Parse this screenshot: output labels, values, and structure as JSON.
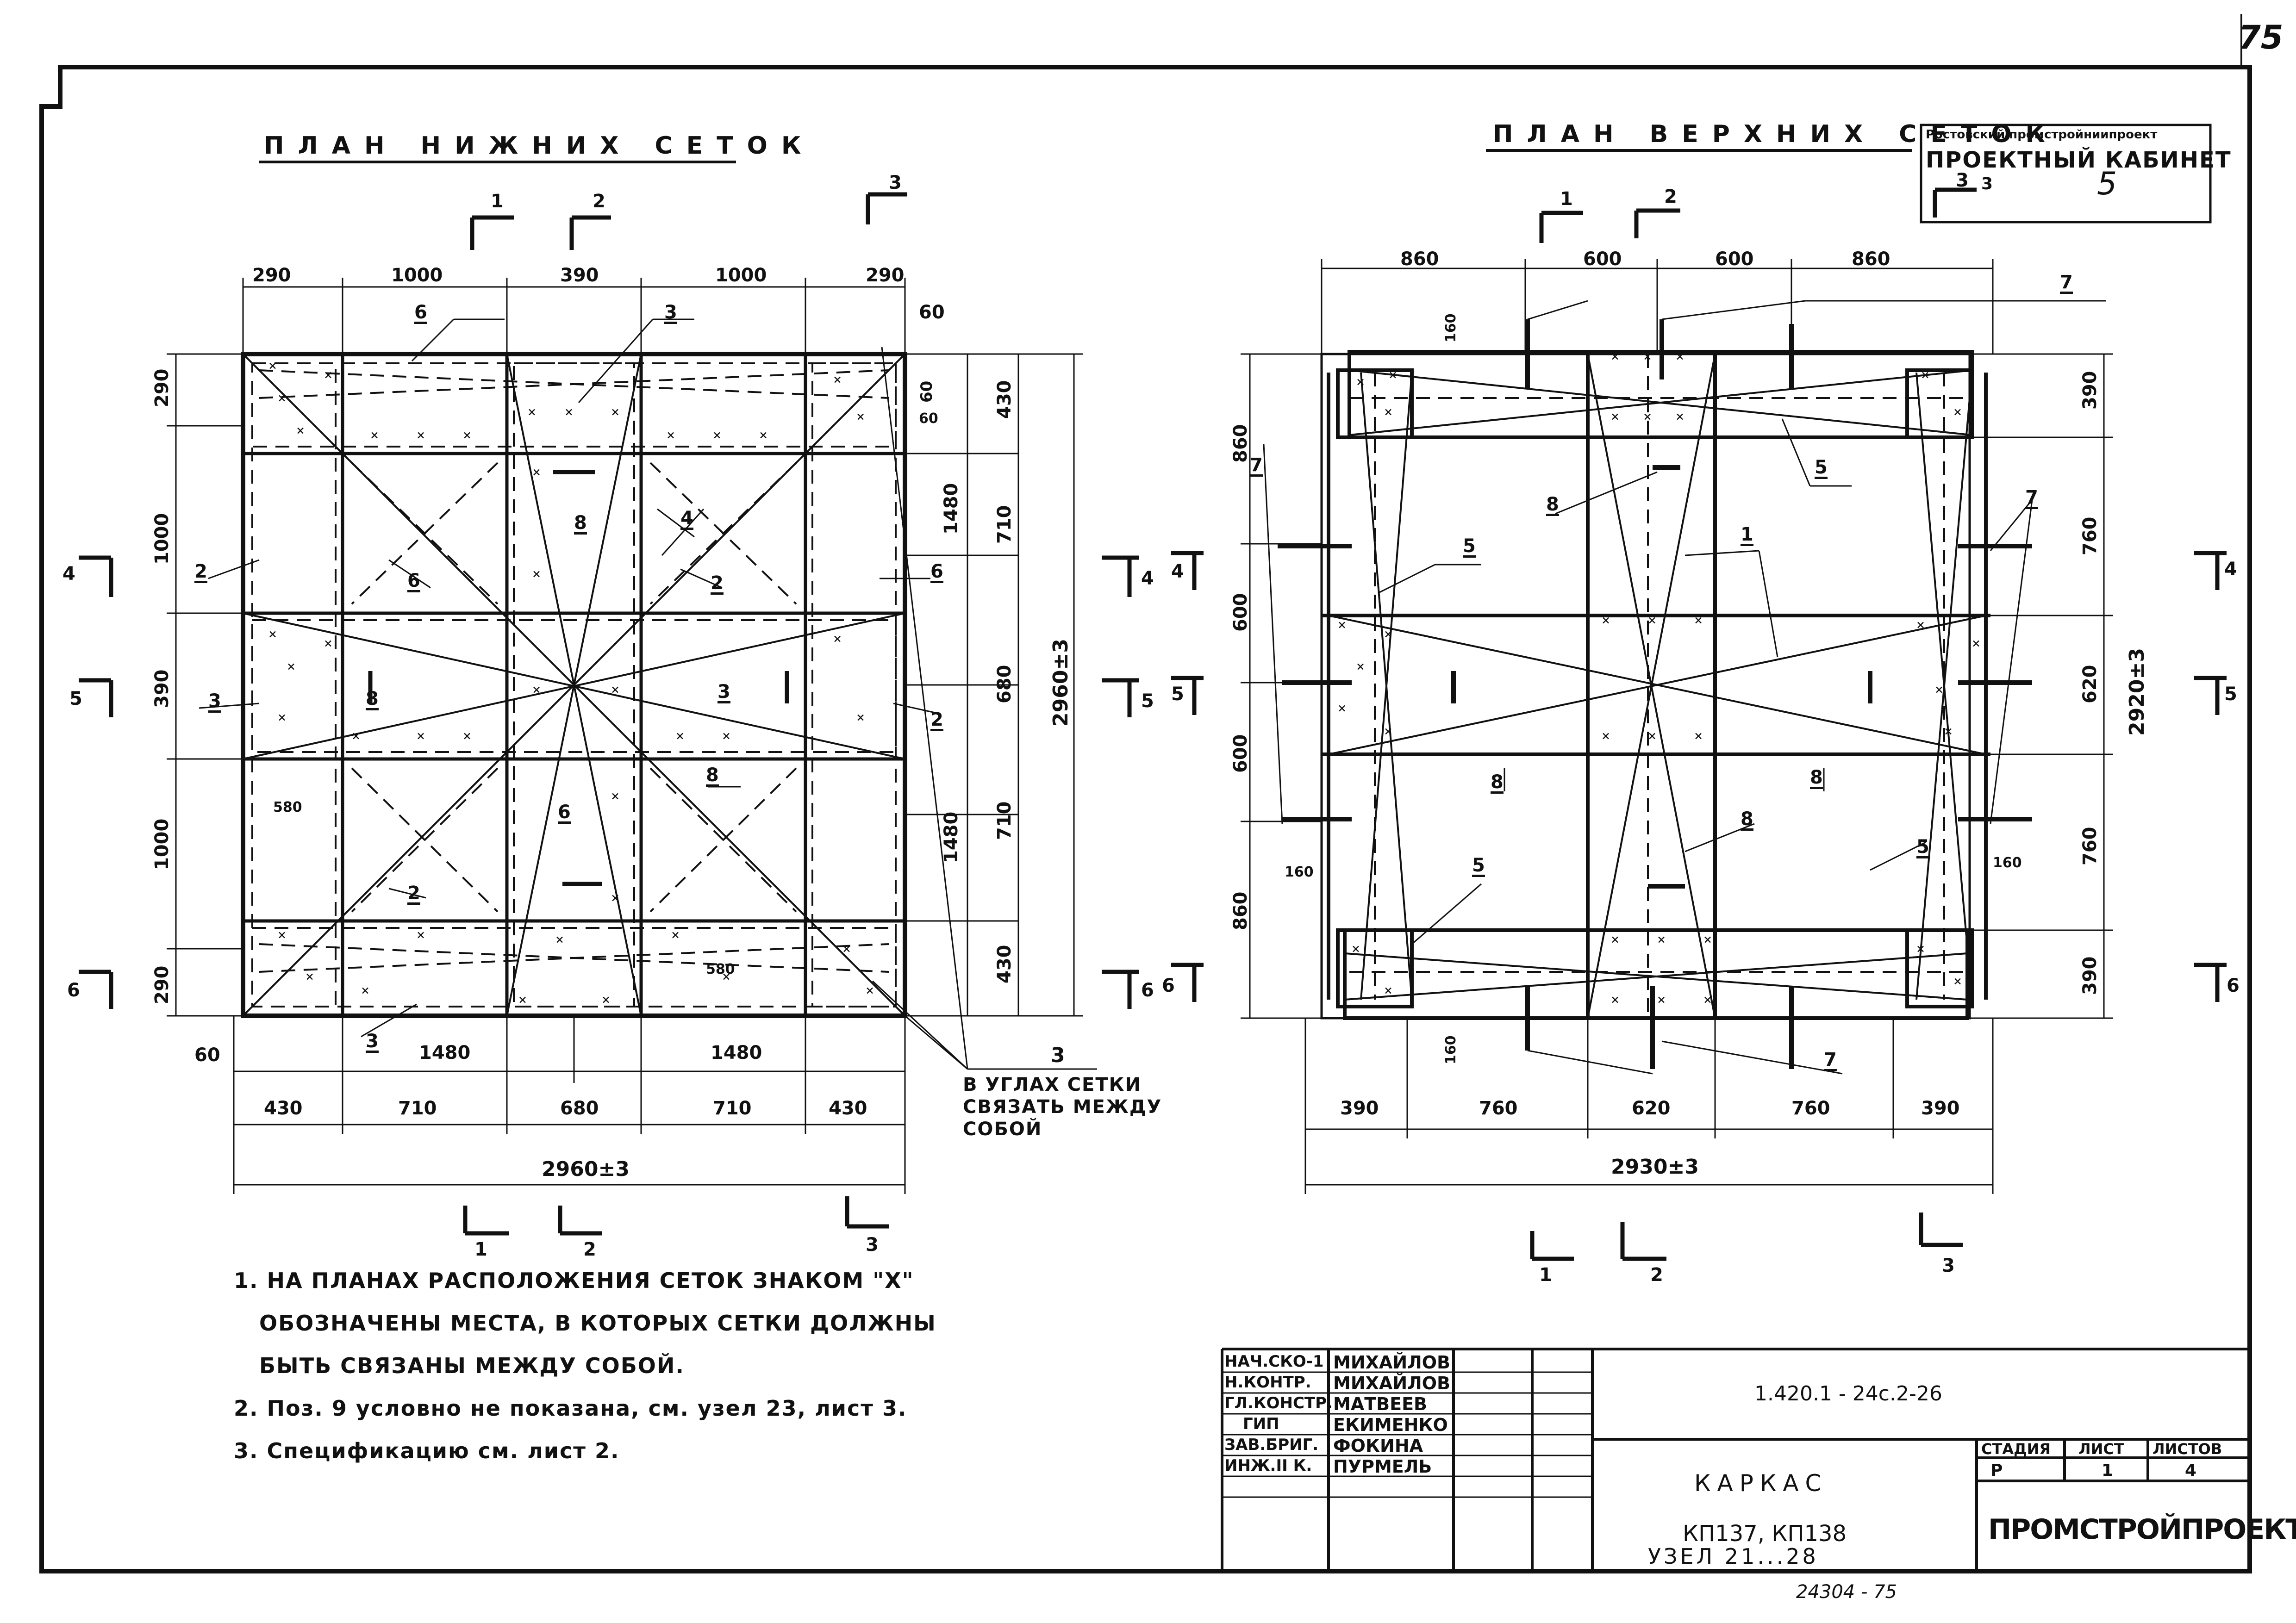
{
  "page_number": "75",
  "stamp": {
    "org": "Ростовский промстройниипроект",
    "room": "ПРОЕКТНЫЙ КАБИНЕТ",
    "number_prefix": "3",
    "number": "5"
  },
  "left_plan": {
    "title": "ПЛАН НИЖНИХ СЕТОК",
    "top_dims": [
      "290",
      "1000",
      "390",
      "1000",
      "290"
    ],
    "corner_dim": "60",
    "left_dims": [
      "290",
      "1000",
      "390",
      "1000",
      "290"
    ],
    "bottom_left_dims": [
      "60",
      "60"
    ],
    "right_dims_inner": [
      "430",
      "710",
      "680",
      "710",
      "430"
    ],
    "right_dims_mid": [
      "1480",
      "1480"
    ],
    "right_total": "2960±3",
    "right_small": "60",
    "inner_dims": [
      "580",
      "580"
    ],
    "bottom_dims_row1": [
      "1480",
      "1480"
    ],
    "bottom_dims_row2": [
      "430",
      "710",
      "680",
      "710",
      "430"
    ],
    "bottom_total": "2960±3",
    "positions": [
      "6",
      "3",
      "2",
      "6",
      "8",
      "2",
      "6",
      "3",
      "8",
      "3",
      "2",
      "8",
      "2",
      "6",
      "3",
      "4"
    ],
    "callout": [
      "В УГЛАХ СЕТКИ",
      "СВЯЗАТЬ МЕЖДУ",
      "СОБОЙ"
    ],
    "callout_num": "3",
    "section_top": [
      "1",
      "2",
      "3"
    ],
    "section_side": [
      "4",
      "5",
      "6"
    ],
    "section_bottom": [
      "1",
      "2",
      "3"
    ]
  },
  "right_plan": {
    "title": "ПЛАН ВЕРХНИХ СЕТОК",
    "top_dims": [
      "860",
      "600",
      "600",
      "860"
    ],
    "left_dims": [
      "860",
      "600",
      "600",
      "860"
    ],
    "small_dims": [
      "160",
      "160",
      "160",
      "160"
    ],
    "right_dims": [
      "390",
      "760",
      "620",
      "760",
      "390"
    ],
    "right_total": "2920±3",
    "bottom_dims": [
      "390",
      "760",
      "620",
      "760",
      "390"
    ],
    "bottom_total": "2930±3",
    "positions": [
      "7",
      "5",
      "8",
      "7",
      "5",
      "1",
      "8",
      "8",
      "8",
      "5",
      "5",
      "7",
      "7"
    ],
    "section_top": [
      "1",
      "2",
      "3"
    ],
    "section_side": [
      "4",
      "5",
      "6"
    ],
    "section_bottom": [
      "1",
      "2",
      "3"
    ]
  },
  "notes": [
    "1. НА ПЛАНАХ РАСПОЛОЖЕНИЯ СЕТОК ЗНАКОМ \"Х\"",
    "ОБОЗНАЧЕНЫ МЕСТА, В КОТОРЫХ СЕТКИ ДОЛЖНЫ",
    "БЫТЬ СВЯЗАНЫ МЕЖДУ СОБОЙ.",
    "2. Поз. 9 условно не показана, см. узел 23, лист 3.",
    "3. Спецификацию см. лист 2."
  ],
  "title_block": {
    "roles": [
      "НАЧ.СКО-1",
      "Н.КОНТР.",
      "ГЛ.КОНСТР.",
      "ГИП",
      "ЗАВ.БРИГ.",
      "ИНЖ.II К."
    ],
    "names": [
      "МИХАЙЛОВ",
      "МИХАЙЛОВ",
      "МАТВЕЕВ",
      "ЕКИМЕНКО",
      "ФОКИНА",
      "ПУРМЕЛЬ"
    ],
    "doc_code": "1.420.1 - 24с.2-26",
    "object": "КАРКАС",
    "object_sub1": "КП137, КП138",
    "object_sub2": "УЗЕЛ 21...28",
    "stage_h": "СТАДИЯ",
    "sheet_h": "ЛИСТ",
    "sheets_h": "ЛИСТОВ",
    "stage": "Р",
    "sheet": "1",
    "sheets": "4",
    "org": "ПРОМСТРОЙПРОЕКТ"
  },
  "archive_no": "24304 - 75"
}
